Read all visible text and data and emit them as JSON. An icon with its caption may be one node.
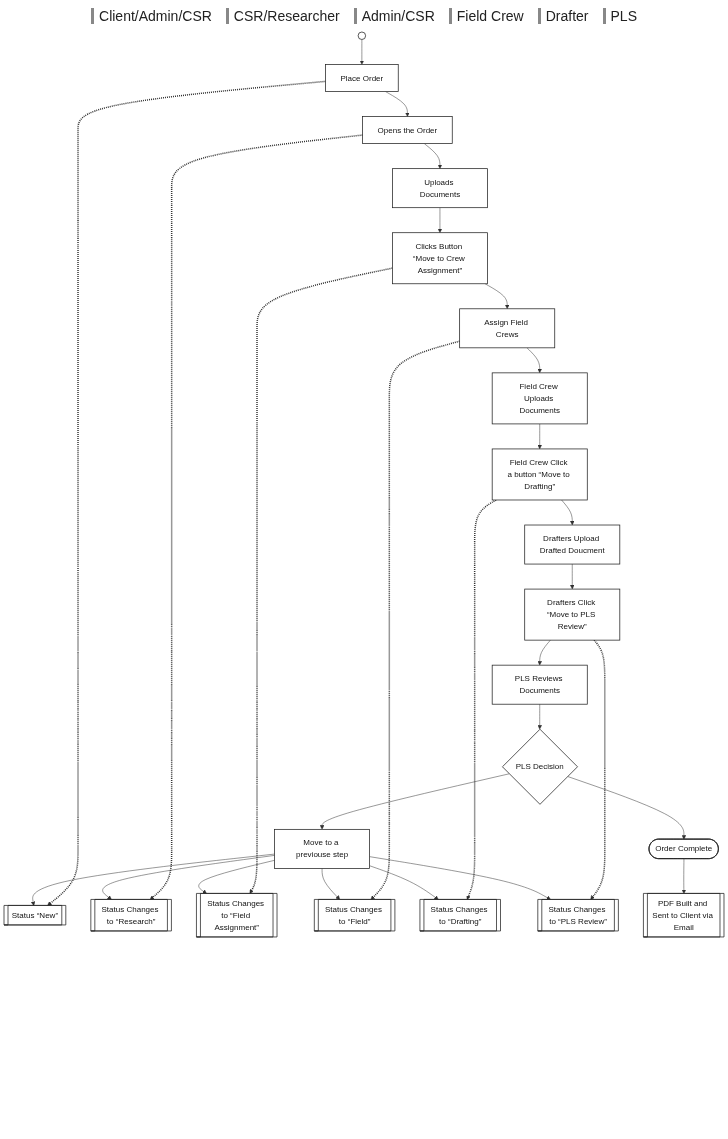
{
  "diagram": {
    "nodes": [
      {
        "text": [],
        "shape": "circle"
      },
      {
        "text": [
          "Place Order"
        ]
      },
      {
        "text": [
          "Status “New”"
        ]
      },
      {
        "text": [
          "Opens the Order"
        ]
      },
      {
        "text": [
          "Status Changes to “Research”"
        ]
      },
      {
        "text": [
          "Uploads Documents"
        ]
      },
      {
        "text": [
          "Clicks Button “Move to Crew Assignment”"
        ]
      },
      {
        "text": [
          "Status Changes to “Field Assignment”"
        ]
      },
      {
        "text": [
          "Assign Field Crews"
        ]
      },
      {
        "text": [
          "Status Changes to “Field”"
        ]
      },
      {
        "text": [
          "Field Crew Uploads Documents"
        ]
      },
      {
        "text": [
          "Field Crew Click a button “Move to Drafting”"
        ]
      },
      {
        "text": [
          "Status Changes to “Drafting”"
        ]
      },
      {
        "text": [
          "Drafters Upload Drafted Doucment"
        ]
      },
      {
        "text": [
          "Drafters Click “Move to PLS Review”"
        ]
      },
      {
        "text": [
          "Status Changes to “PLS Review”"
        ]
      },
      {
        "text": [
          "PLS Reviews Documents"
        ]
      },
      {
        "text": [
          "PLS Decision"
        ]
      },
      {
        "text": [
          "Move to a previouse step"
        ]
      },
      {
        "text": [
          "Order Complete"
        ]
      },
      {
        "text": [
          "PDF Built and Sent to Client via Email"
        ]
      }
    ],
    "edges": [
      {
        "from": 0,
        "to": 1,
        "arrow": "to"
      },
      {
        "from": 1,
        "to": 2,
        "arrow": "to",
        "style": "dashed"
      },
      {
        "from": 1,
        "to": 3,
        "arrow": "to"
      },
      {
        "from": 3,
        "to": 4,
        "arrow": "to",
        "style": "dashed"
      },
      {
        "from": 3,
        "to": 5,
        "arrow": "to"
      },
      {
        "from": 5,
        "to": 6,
        "arrow": "to"
      },
      {
        "from": 6,
        "to": 7,
        "arrow": "to",
        "style": "dashed"
      },
      {
        "from": 6,
        "to": 8,
        "arrow": "to"
      },
      {
        "from": 8,
        "to": 9,
        "arrow": "to",
        "style": "dashed"
      },
      {
        "from": 8,
        "to": 10,
        "arrow": "to"
      },
      {
        "from": 10,
        "to": 11,
        "arrow": "to"
      },
      {
        "from": 11,
        "to": 12,
        "arrow": "to",
        "style": "dashed"
      },
      {
        "from": 11,
        "to": 13,
        "arrow": "to"
      },
      {
        "from": 13,
        "to": 14,
        "arrow": "to"
      },
      {
        "from": 14,
        "to": 15,
        "arrow": "to",
        "style": "dashed"
      },
      {
        "from": 14,
        "to": 16,
        "arrow": "to"
      },
      {
        "from": 16,
        "to": 17,
        "arrow": "to"
      },
      {
        "from": 17,
        "to": 18,
        "arrow": "to"
      },
      {
        "from": 17,
        "to": 19,
        "arrow": "to"
      },
      {
        "from": 19,
        "to": 20,
        "arrow": "to"
      },
      {
        "from": 18,
        "to": 2,
        "arrow": "to"
      },
      {
        "from": 18,
        "to": 4,
        "arrow": "to"
      },
      {
        "from": 18,
        "to": 7,
        "arrow": "to"
      },
      {
        "from": 18,
        "to": 9,
        "arrow": "to"
      },
      {
        "from": 18,
        "to": 12,
        "arrow": "to"
      },
      {
        "from": 18,
        "to": 15,
        "arrow": "to"
      }
    ],
    "labels": [
      "Client/Admin/CSR",
      "CSR/Researcher",
      "Admin/CSR",
      "Field Crew",
      "Drafter",
      "PLS"
    ]
  }
}
